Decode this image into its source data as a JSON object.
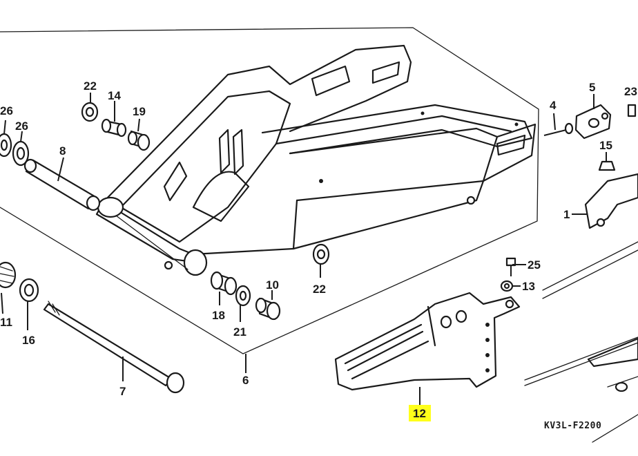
{
  "diagram": {
    "code": "KV3L-F2200",
    "highlight_color": "#ffff1a",
    "callouts": {
      "c1": "1",
      "c4": "4",
      "c5": "5",
      "c6": "6",
      "c7": "7",
      "c8": "8",
      "c10": "10",
      "c11": "11",
      "c12": "12",
      "c13": "13",
      "c14": "14",
      "c15": "15",
      "c16": "16",
      "c18": "18",
      "c19": "19",
      "c21": "21",
      "c22a": "22",
      "c22b": "22",
      "c23": "23",
      "c25": "25",
      "c26a": "26",
      "c26b": "26"
    }
  }
}
